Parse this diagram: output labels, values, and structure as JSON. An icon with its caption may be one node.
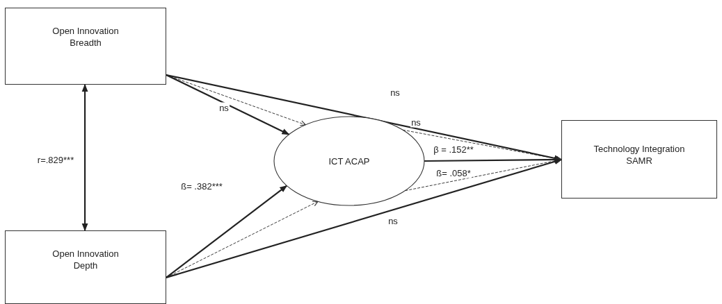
{
  "diagram": {
    "nodes": [
      {
        "text": [
          "Open Innovation Breadth"
        ]
      },
      {
        "text": [
          "ICT ACAP"
        ]
      },
      {
        "text": [
          "Open Innovation Depth"
        ]
      },
      {
        "text": [
          "Technology Integration SAMR"
        ]
      }
    ],
    "edges": [
      {
        "from": 0,
        "to": 3,
        "arrow": "to",
        "label": "ns"
      },
      {
        "from": 0,
        "to": 1,
        "arrow": "to",
        "label": "ns"
      },
      {
        "from": 0,
        "to": 1,
        "arrow": "to",
        "style": "dashed"
      },
      {
        "from": 0,
        "to": 2,
        "arrow": "both",
        "label": "r=.829***"
      },
      {
        "from": 2,
        "to": 1,
        "arrow": "to",
        "label": "ß= .382***"
      },
      {
        "from": 2,
        "to": 1,
        "arrow": "to",
        "style": "dashed"
      },
      {
        "from": 2,
        "to": 3,
        "arrow": "to",
        "label": "ns"
      },
      {
        "from": 1,
        "to": 3,
        "arrow": "to",
        "label": "ns",
        "style": "dashed"
      },
      {
        "from": 1,
        "to": 3,
        "arrow": "to",
        "label": "β = .152**"
      },
      {
        "from": 1,
        "to": 3,
        "arrow": "to",
        "label": "ß= .058*",
        "style": "dashed"
      }
    ]
  }
}
